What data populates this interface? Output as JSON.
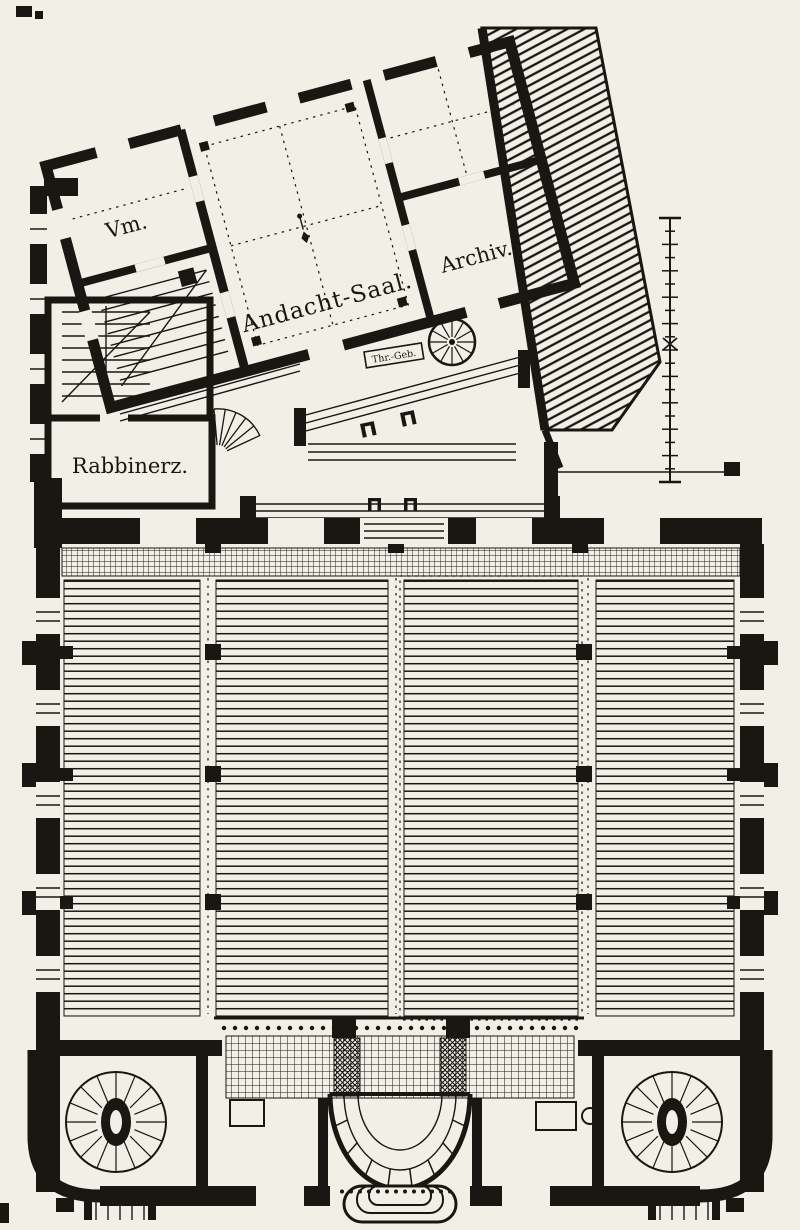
{
  "colors": {
    "paper": "#f2efe7",
    "ink": "#1a1612"
  },
  "labels": {
    "vm": "Vm.",
    "andacht_saal": "Andacht-Saal.",
    "archiv": "Archiv.",
    "rabbinerz": "Rabbinerz.",
    "thr_geb": "Thr.-Geb."
  }
}
